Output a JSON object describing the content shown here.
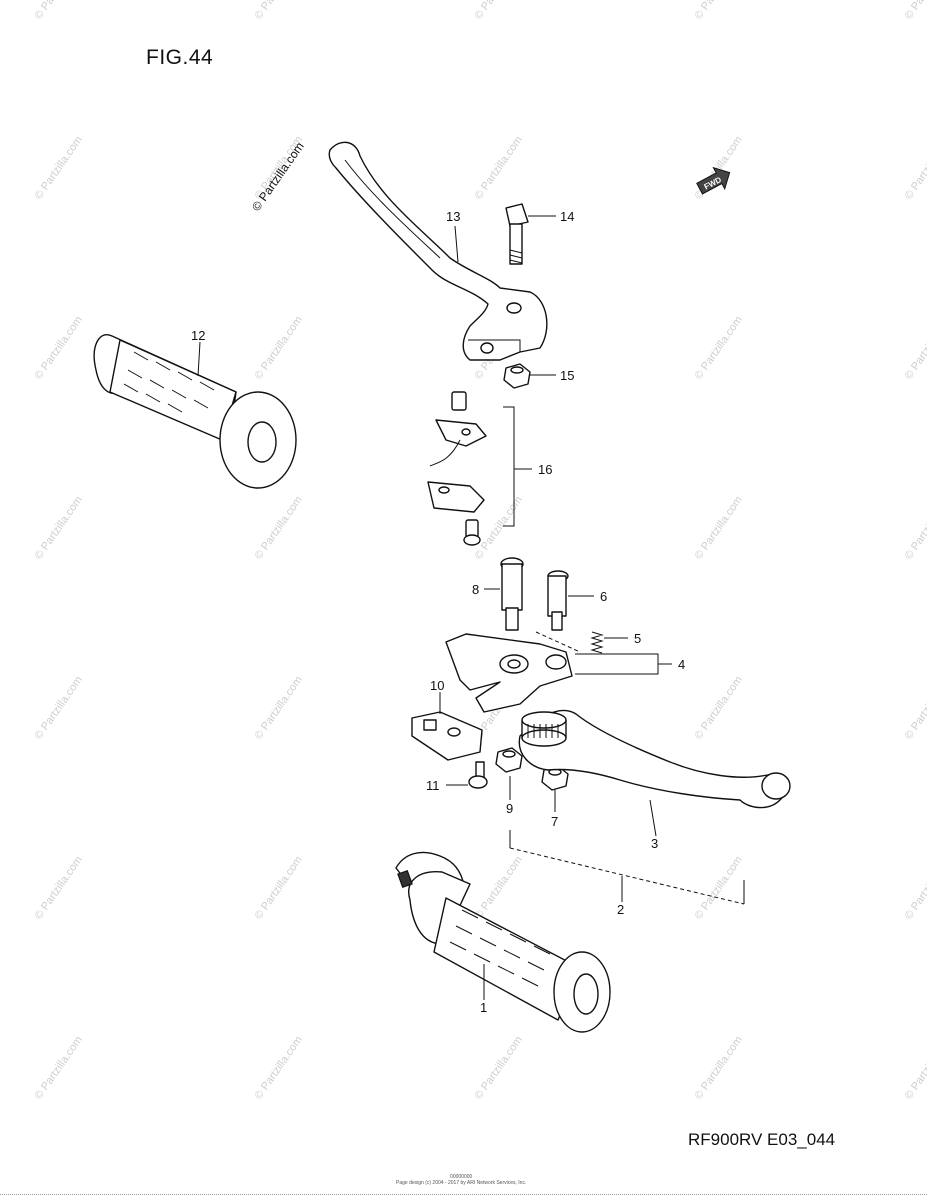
{
  "figure": {
    "title": "FIG.44",
    "reference_code": "RF900RV E03_044",
    "footer_line1": "00000000",
    "footer_line2": "Page design (c) 2004 - 2017 by ARI Network Services, Inc."
  },
  "watermark": {
    "text": "© Partzilla.com",
    "prominent_text": "© Partzilla.com"
  },
  "fwd_badge": {
    "text": "FWD"
  },
  "callouts": {
    "c1": "1",
    "c2": "2",
    "c3": "3",
    "c4": "4",
    "c5": "5",
    "c6": "6",
    "c7": "7",
    "c8": "8",
    "c9": "9",
    "c10": "10",
    "c11": "11",
    "c12": "12",
    "c13": "13",
    "c14": "14",
    "c15": "15",
    "c16": "16"
  }
}
